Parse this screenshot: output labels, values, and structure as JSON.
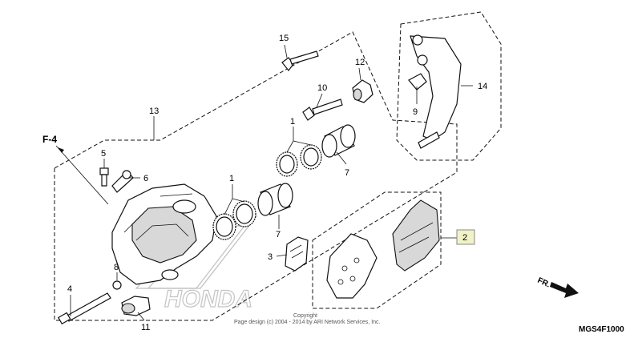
{
  "diagram": {
    "section_code": "F-4",
    "figure_code": "MGS4F1000",
    "direction_label": "FR.",
    "watermark_text": "HONDA",
    "copyright_line1": "Copyright",
    "copyright_line2": "Page design (c) 2004 - 2014 by ARI Network Services, Inc.",
    "callouts": {
      "c1a": "1",
      "c1b": "1",
      "c2": "2",
      "c3": "3",
      "c4": "4",
      "c5": "5",
      "c6": "6",
      "c7a": "7",
      "c7b": "7",
      "c8": "8",
      "c9": "9",
      "c10": "10",
      "c11": "11",
      "c12": "12",
      "c13": "13",
      "c14": "14",
      "c15": "15"
    },
    "highlight_color": "#f2f2c8"
  }
}
